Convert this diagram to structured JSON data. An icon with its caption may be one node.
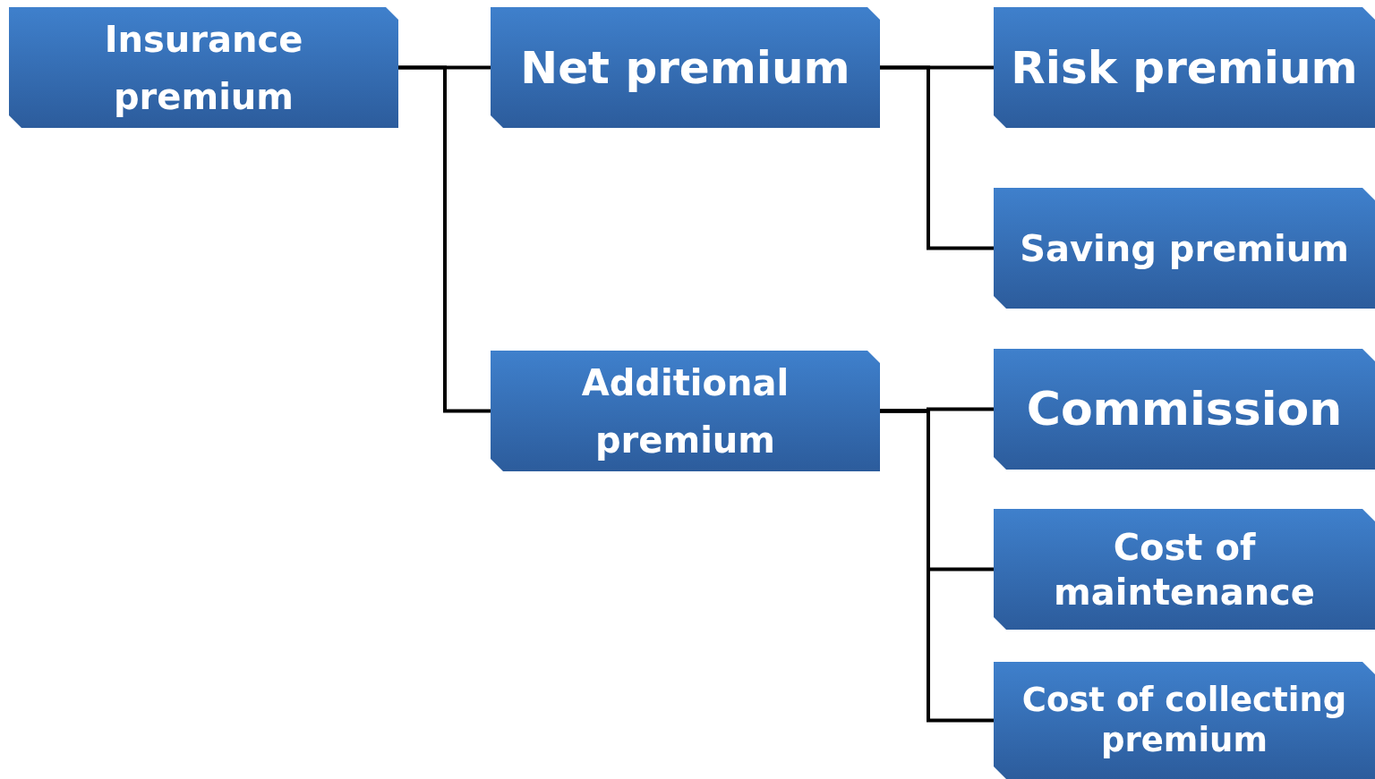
{
  "diagram": {
    "nodes": [
      {
        "text": [
          "Insurance premium"
        ]
      },
      {
        "text": [
          "Net premium"
        ]
      },
      {
        "text": [
          "Additional premium"
        ]
      },
      {
        "text": [
          "Risk premium"
        ]
      },
      {
        "text": [
          "Saving premium"
        ]
      },
      {
        "text": [
          "Commission"
        ]
      },
      {
        "text": [
          "Cost of maintenance"
        ]
      },
      {
        "text": [
          "Cost of collecting premium"
        ]
      }
    ],
    "edges": [
      {
        "from": 0,
        "to": 1,
        "arrow": "none"
      },
      {
        "from": 0,
        "to": 2,
        "arrow": "none"
      },
      {
        "from": 1,
        "to": 3,
        "arrow": "none"
      },
      {
        "from": 1,
        "to": 4,
        "arrow": "none"
      },
      {
        "from": 2,
        "to": 5,
        "arrow": "none"
      },
      {
        "from": 2,
        "to": 6,
        "arrow": "none"
      },
      {
        "from": 2,
        "to": 7,
        "arrow": "none"
      }
    ]
  }
}
